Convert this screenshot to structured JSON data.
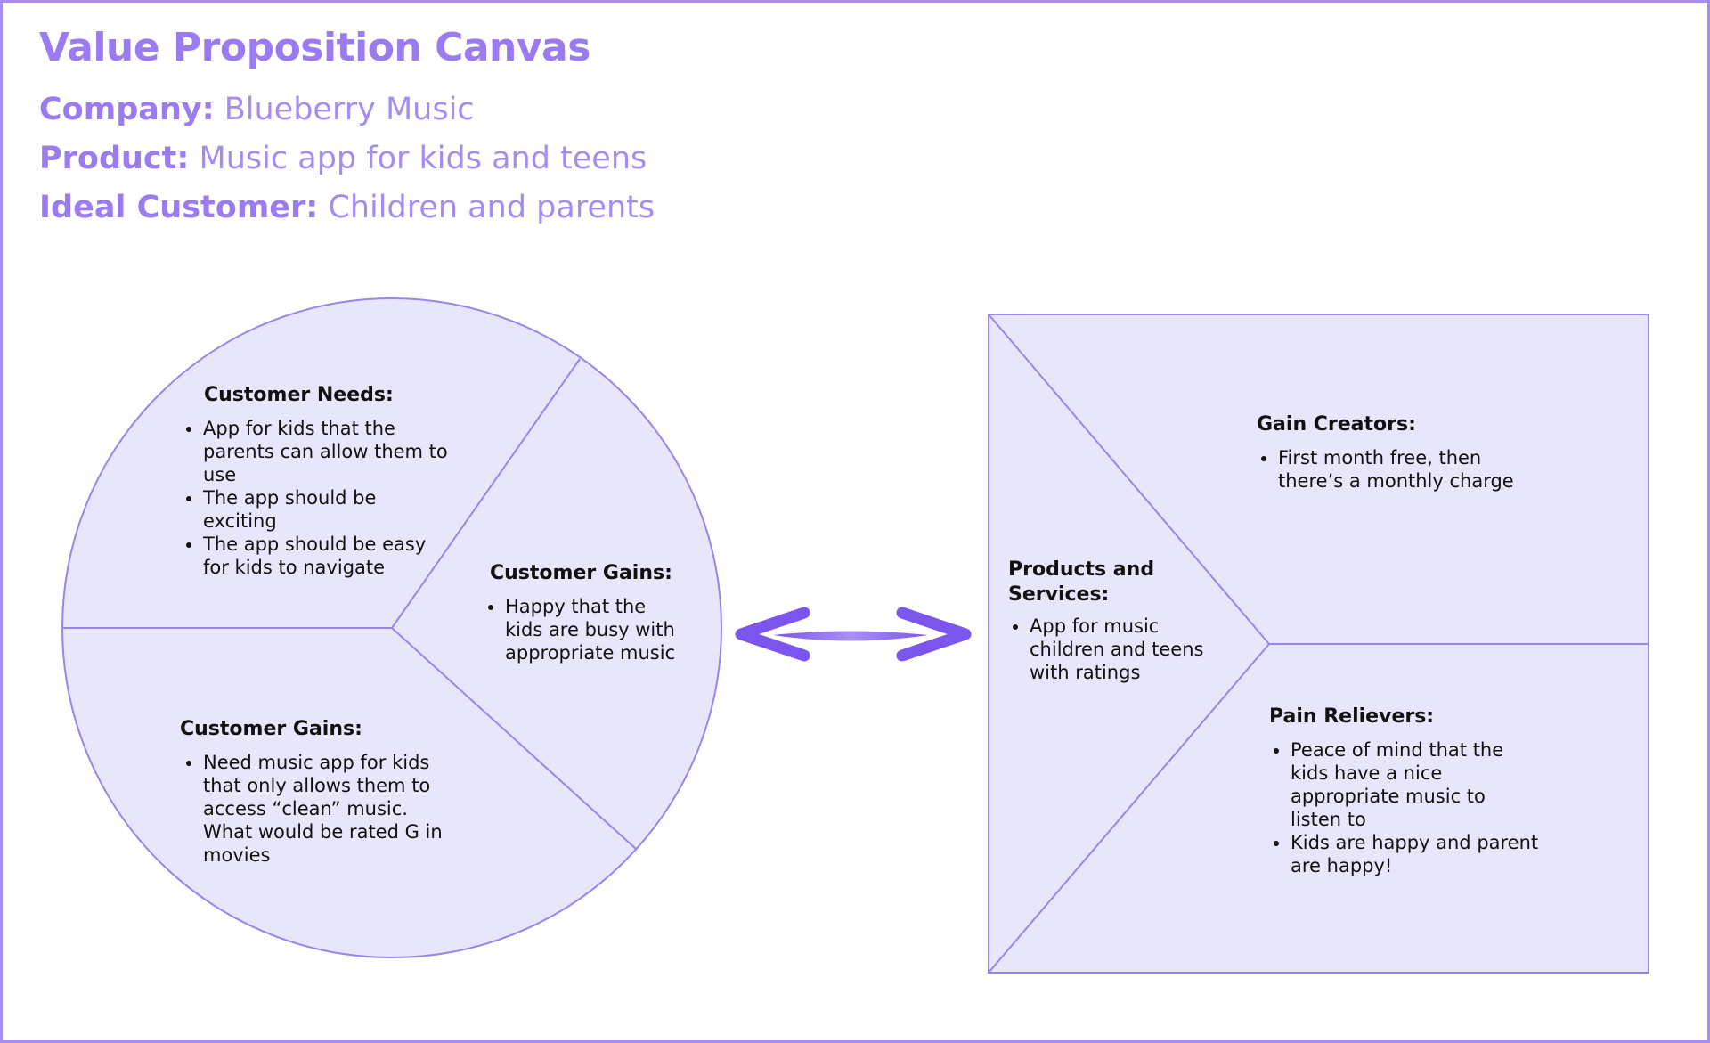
{
  "title": "Value Proposition Canvas",
  "company": {
    "label": "Company:",
    "value": "Blueberry Music"
  },
  "product": {
    "label": "Product:",
    "value": "Music app for kids and teens"
  },
  "ideal_customer": {
    "label": "Ideal Customer:",
    "value": "Children and parents"
  },
  "customer_profile": {
    "needs": {
      "heading": "Customer Needs:",
      "items": [
        "App for kids that the parents can allow them to use",
        "The app should be exciting",
        "The app should be easy for kids to navigate"
      ]
    },
    "gains_right": {
      "heading": "Customer Gains:",
      "items": [
        "Happy that the kids are busy with appropriate music"
      ]
    },
    "gains_bottom": {
      "heading": "Customer Gains:",
      "items": [
        "Need music app for kids that only allows them to access “clean” music. What would be rated G in movies"
      ]
    }
  },
  "value_map": {
    "products": {
      "heading": "Products and Services:",
      "items": [
        "App for music children and teens with ratings"
      ]
    },
    "gain_creators": {
      "heading": "Gain Creators:",
      "items": [
        "First month free, then there’s a monthly charge"
      ]
    },
    "pain_relievers": {
      "heading": "Pain Relievers:",
      "items": [
        "Peace of mind that the kids have a nice appropriate music to listen to",
        "Kids are happy and parent are happy!"
      ]
    }
  },
  "colors": {
    "accent": "#9b7bf2",
    "fill": "#e8e6fb",
    "stroke": "#9a85ee",
    "arrow": "#7b55ee"
  }
}
